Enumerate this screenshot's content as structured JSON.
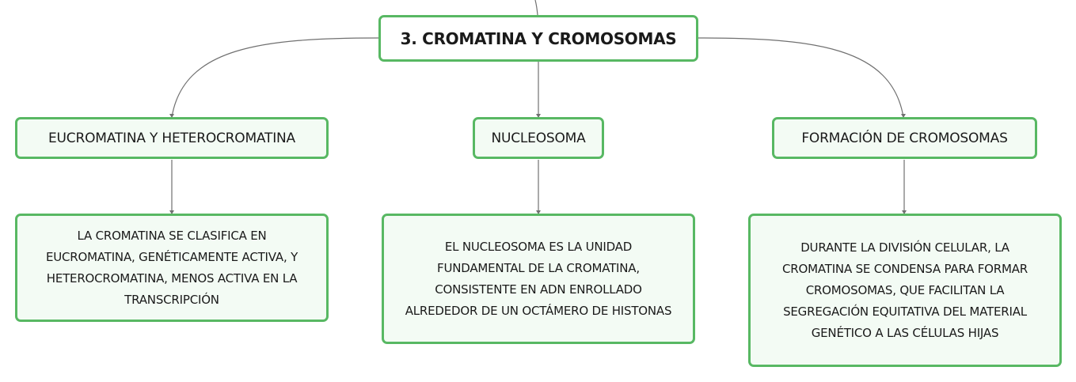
{
  "root": {
    "label": "3. CROMATINA Y CROMOSOMAS"
  },
  "branches": [
    {
      "title": "EUCROMATINA Y HETEROCROMATINA",
      "detail_lines": [
        "LA CROMATINA SE CLASIFICA EN",
        "EUCROMATINA, GENÉTICAMENTE ACTIVA, Y",
        "HETEROCROMATINA, MENOS ACTIVA EN LA",
        "TRANSCRIPCIÓN"
      ]
    },
    {
      "title": "NUCLEOSOMA",
      "detail_lines": [
        "EL NUCLEOSOMA ES LA UNIDAD",
        "FUNDAMENTAL DE LA CROMATINA,",
        "CONSISTENTE EN ADN ENROLLADO",
        "ALREDEDOR DE UN OCTÁMERO DE HISTONAS"
      ]
    },
    {
      "title": "FORMACIÓN DE CROMOSOMAS",
      "detail_lines": [
        "DURANTE LA DIVISIÓN CELULAR, LA",
        "CROMATINA SE CONDENSA PARA FORMAR",
        "CROMOSOMAS, QUE FACILITAN LA",
        "SEGREGACIÓN EQUITATIVA DEL MATERIAL",
        "GENÉTICO A LAS CÉLULAS HIJAS"
      ]
    }
  ],
  "colors": {
    "node_border": "#58b863",
    "node_fill": "#f3fbf4",
    "connector": "#707070"
  }
}
